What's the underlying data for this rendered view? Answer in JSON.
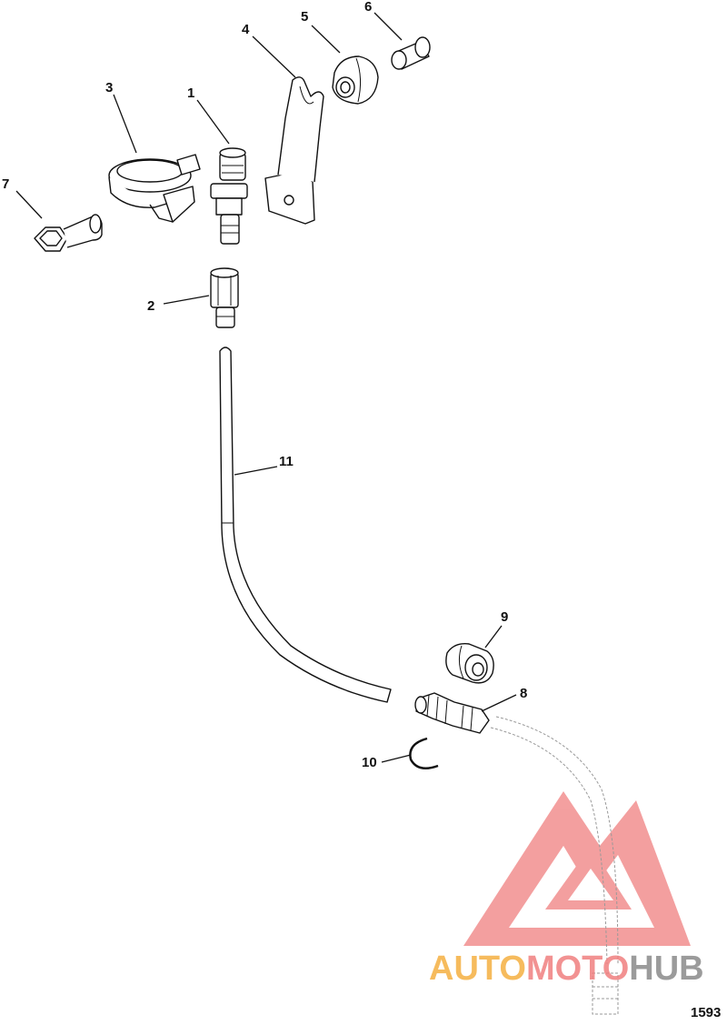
{
  "callouts": [
    {
      "id": "c1",
      "label": "1"
    },
    {
      "id": "c2",
      "label": "2"
    },
    {
      "id": "c3",
      "label": "3"
    },
    {
      "id": "c4",
      "label": "4"
    },
    {
      "id": "c5",
      "label": "5"
    },
    {
      "id": "c6",
      "label": "6"
    },
    {
      "id": "c7",
      "label": "7"
    },
    {
      "id": "c8",
      "label": "8"
    },
    {
      "id": "c9",
      "label": "9"
    },
    {
      "id": "c10",
      "label": "10"
    },
    {
      "id": "c11",
      "label": "11"
    }
  ],
  "watermark": {
    "part1": "AUTO",
    "part2": "MOTO",
    "part3": "HUB",
    "color_gold": "#f5b041",
    "color_red": "#f08080",
    "color_gray": "#8a8a8a"
  },
  "figure_number": "1593"
}
